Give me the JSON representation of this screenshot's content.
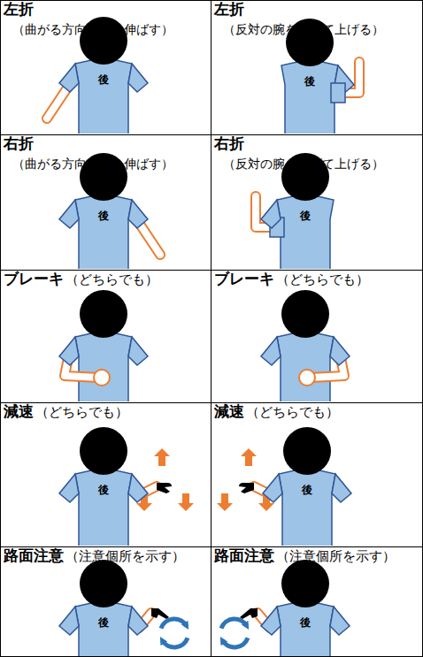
{
  "diagram": {
    "labels": [
      "左折",
      "（曲がる方向の腕を伸ばす）",
      "後",
      "左折",
      "（反対の腕を曲げて上げる）",
      "後",
      "右折",
      "（曲がる方向の腕を伸ばす）",
      "後",
      "右折",
      "（反対の腕を曲げて上げる）",
      "後",
      "ブレーキ",
      "（どちらでも）",
      "ブレーキ",
      "（どちらでも）",
      "減速",
      "（どちらでも）",
      "後",
      "減速",
      "（どちらでも）",
      "後",
      "路面注意",
      "（注意個所を示す）",
      "後",
      "路面注意",
      "（注意個所を示す）",
      "後"
    ]
  }
}
